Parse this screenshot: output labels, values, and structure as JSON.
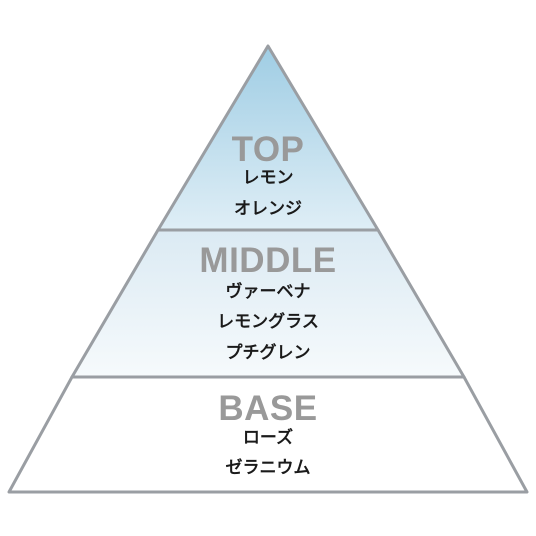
{
  "pyramid": {
    "tiers": [
      {
        "heading": "TOP",
        "notes": [
          "レモン",
          "オレンジ"
        ]
      },
      {
        "heading": "MIDDLE",
        "notes": [
          "ヴァーベナ",
          "レモングラス",
          "プチグレン"
        ]
      },
      {
        "heading": "BASE",
        "notes": [
          "ローズ",
          "ゼラニウム"
        ]
      }
    ],
    "colors": {
      "outline": "#9a9ea3",
      "top_gradient_start": "#9fcde4",
      "top_gradient_end": "#dfeef6",
      "middle_gradient_start": "#dbeaf3",
      "middle_gradient_end": "#f6fafc",
      "base_fill": "#ffffff",
      "heading": "#999999",
      "note_text": "#1a1a1a"
    }
  }
}
